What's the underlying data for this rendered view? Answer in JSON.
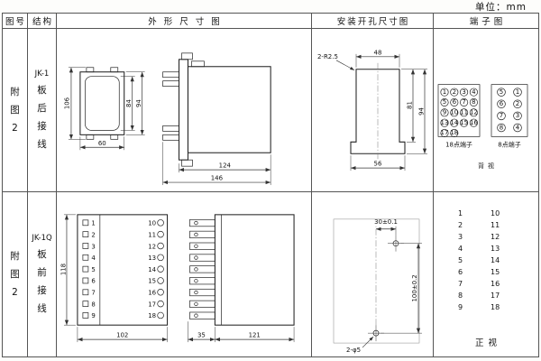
{
  "page": {
    "unit": "单位：mm"
  },
  "headers": {
    "fig": "图号",
    "structure": "结构",
    "outline": "外形尺寸图",
    "mounting": "安装开孔尺寸图",
    "terminal": "端子图"
  },
  "row1": {
    "fig": "附图2",
    "model": "JK-1",
    "wiring": "板后接线",
    "front": {
      "h_total": "106",
      "h_inner": "84",
      "h_outer": "94",
      "w_bottom": "60"
    },
    "side": {
      "w_body": "124",
      "w_total": "146"
    },
    "mounting": {
      "radius_note": "2-R2.5",
      "w_top": "48",
      "h_inner": "81",
      "h_outer": "94",
      "w_bottom": "56"
    },
    "terminals": {
      "grid18": [
        [
          "1",
          "2",
          "3",
          "4"
        ],
        [
          "5",
          "6",
          "7",
          "8"
        ],
        [
          "9",
          "10",
          "11",
          "12"
        ],
        [
          "13",
          "14",
          "15",
          "16"
        ],
        [
          "17",
          "18"
        ]
      ],
      "grid8": [
        [
          "5",
          "1"
        ],
        [
          "6",
          "2"
        ],
        [
          "7",
          "3"
        ],
        [
          "8",
          "4"
        ]
      ],
      "label18": "18点端子",
      "label8": "8点端子",
      "view": "背视"
    }
  },
  "row2": {
    "fig": "附图2",
    "model": "JK-1Q",
    "wiring": "板前接线",
    "front": {
      "height": "118",
      "width": "102",
      "left_terminals": [
        "1",
        "2",
        "3",
        "4",
        "5",
        "6",
        "7",
        "8",
        "9"
      ],
      "right_terminals": [
        "10",
        "11",
        "12",
        "13",
        "14",
        "15",
        "16",
        "17",
        "18"
      ]
    },
    "side": {
      "depth_terminal": "35",
      "depth_body": "121"
    },
    "mounting": {
      "h_spacing": "30±0.1",
      "v_spacing": "100±0.2",
      "hole_note": "2-φ5"
    },
    "terminal_list": {
      "left": [
        "1",
        "2",
        "3",
        "4",
        "5",
        "6",
        "7",
        "8",
        "9"
      ],
      "right": [
        "10",
        "11",
        "12",
        "13",
        "14",
        "15",
        "16",
        "17",
        "18"
      ],
      "view": "正视"
    }
  }
}
